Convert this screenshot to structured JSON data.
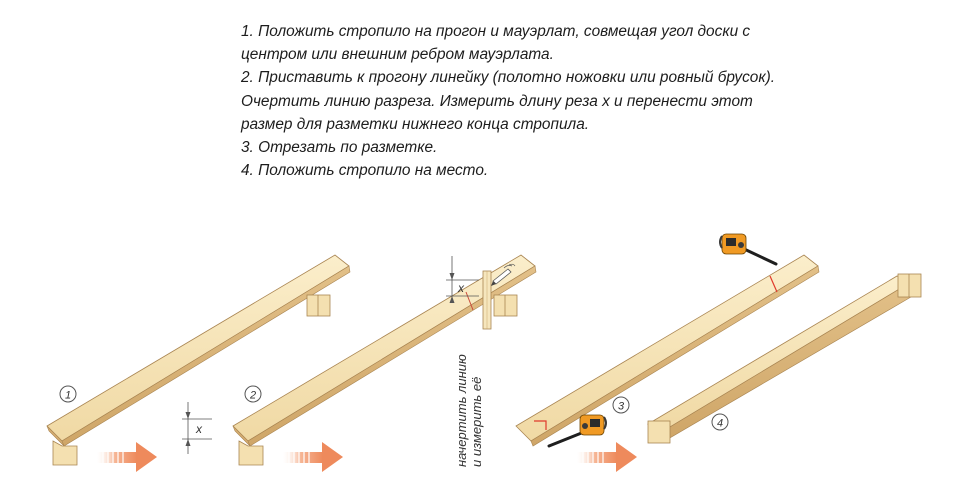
{
  "instructions": [
    "1. Положить стропило на прогон и мауэрлат, совмещая угол доски с",
    "центром или внешним ребром мауэрлата.",
    "2. Приставить к прогону линейку (полотно ножовки или ровный брусок).",
    "Очертить линию разреза. Измерить длину реза x и перенести этот",
    "размер для разметки нижнего конца стропила.",
    "3. Отрезать по разметке.",
    "4. Положить стропило на место."
  ],
  "steps": [
    "1",
    "2",
    "3",
    "4"
  ],
  "dimension_label": "x",
  "side_note": [
    "начертить линию",
    "и измерить её"
  ],
  "colors": {
    "wood_top": "#f6e3b5",
    "wood_side": "#dcb77c",
    "wood_edge": "#9a7442",
    "arrow": "#ef9366",
    "saw_body": "#f09a24",
    "cut_mark": "#e0392b"
  },
  "icons": [
    "chainsaw-icon",
    "pencil-icon",
    "arrow-right-icon"
  ]
}
